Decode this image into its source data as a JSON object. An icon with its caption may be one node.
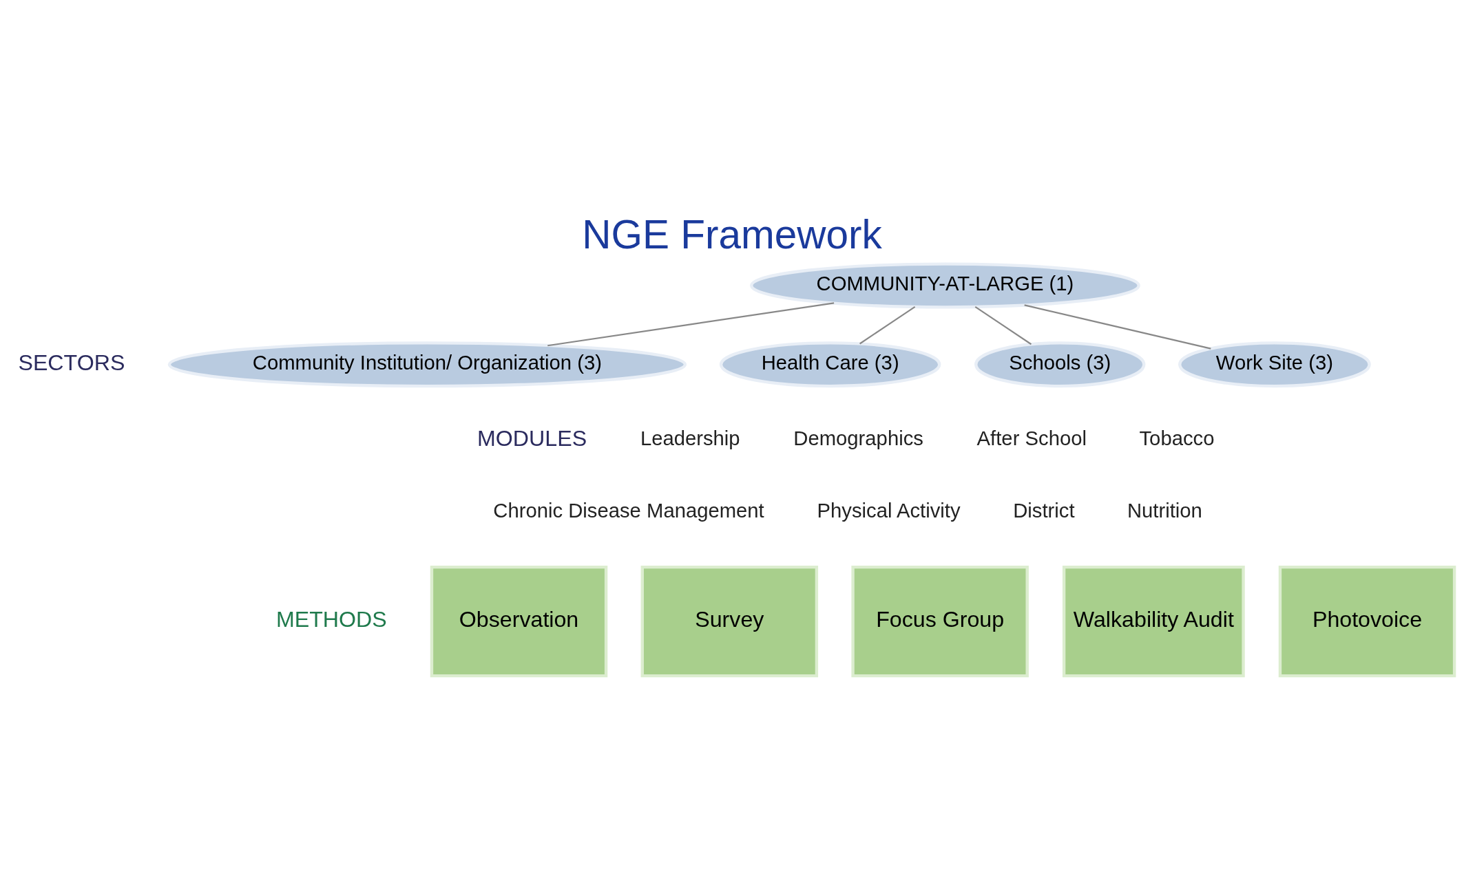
{
  "diagram": {
    "title": "NGE Framework",
    "nodes": [
      {
        "text": [
          "COMMUNITY-AT-LARGE (1)"
        ]
      },
      {
        "text": [
          "Community Institution/ Organization (3)"
        ]
      },
      {
        "text": [
          "Health Care (3)"
        ]
      },
      {
        "text": [
          "Schools (3)"
        ]
      },
      {
        "text": [
          "Work Site (3)"
        ]
      },
      {
        "text": [
          "Observation"
        ]
      },
      {
        "text": [
          "Survey"
        ]
      },
      {
        "text": [
          "Focus Group"
        ]
      },
      {
        "text": [
          "Walkability Audit"
        ]
      },
      {
        "text": [
          "Photovoice"
        ]
      }
    ],
    "edges": [
      {
        "from": 0,
        "to": 1,
        "arrow": "none"
      },
      {
        "from": 0,
        "to": 2,
        "arrow": "none"
      },
      {
        "from": 0,
        "to": 3,
        "arrow": "none"
      },
      {
        "from": 0,
        "to": 4,
        "arrow": "none"
      }
    ],
    "labels": [
      "SECTORS",
      "MODULES",
      "Leadership",
      "Demographics",
      "After School",
      "Tobacco",
      "Chronic Disease Management",
      "Physical Activity",
      "District",
      "Nutrition",
      "METHODS"
    ]
  }
}
